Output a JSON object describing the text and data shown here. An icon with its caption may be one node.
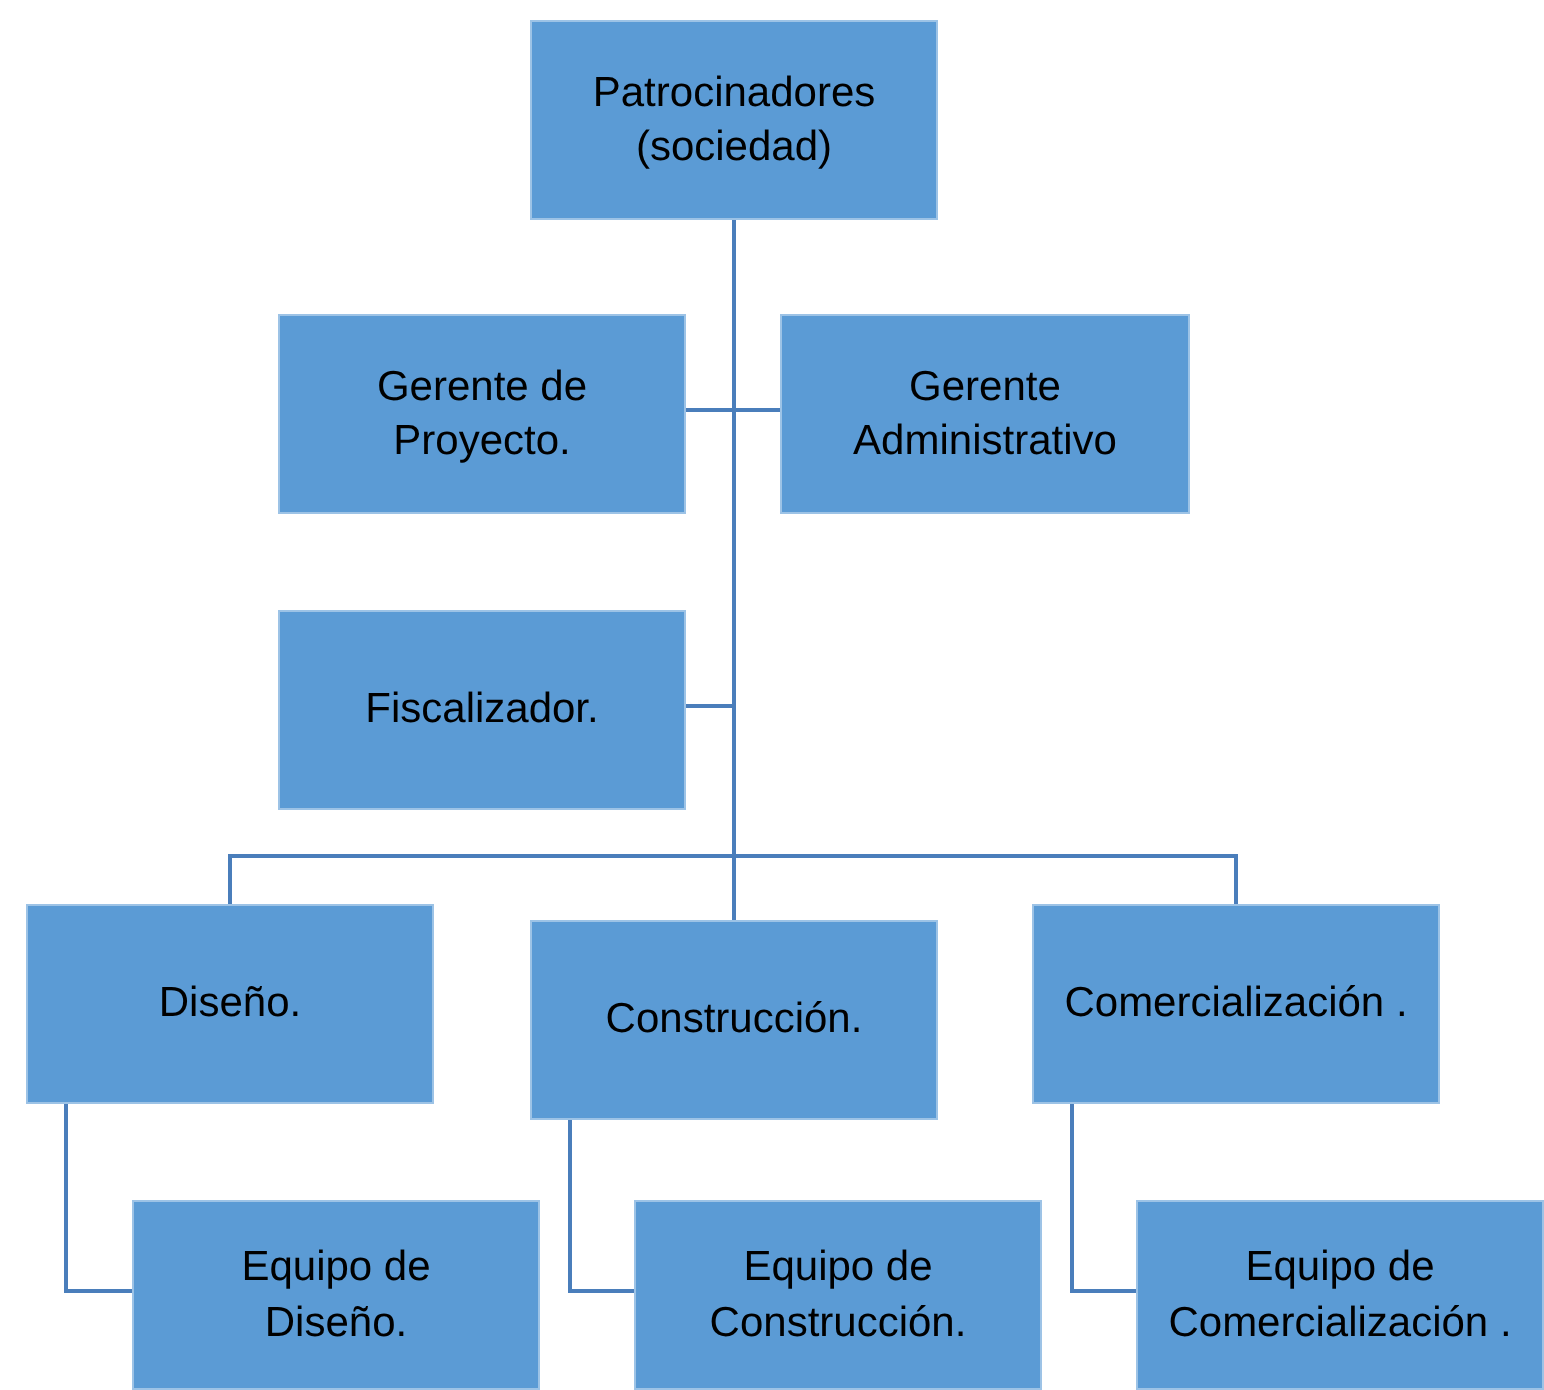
{
  "diagram": {
    "nodes": [
      {
        "text": [
          "Patrocinadores (sociedad)"
        ]
      },
      {
        "text": [
          "Gerente de Proyecto."
        ]
      },
      {
        "text": [
          "Gerente Administrativo"
        ]
      },
      {
        "text": [
          "Fiscalizador."
        ]
      },
      {
        "text": [
          "Diseño."
        ]
      },
      {
        "text": [
          "Construcción."
        ]
      },
      {
        "text": [
          "Comercialización ."
        ]
      },
      {
        "text": [
          "Equipo de Diseño."
        ]
      },
      {
        "text": [
          "Equipo de Construcción."
        ]
      },
      {
        "text": [
          "Equipo de Comercialización ."
        ]
      }
    ],
    "edges": [
      {
        "from": 0,
        "to": 1,
        "arrow": "none"
      },
      {
        "from": 0,
        "to": 2,
        "arrow": "none"
      },
      {
        "from": 0,
        "to": 3,
        "arrow": "none"
      },
      {
        "from": 0,
        "to": 4,
        "arrow": "none"
      },
      {
        "from": 0,
        "to": 5,
        "arrow": "none"
      },
      {
        "from": 0,
        "to": 6,
        "arrow": "none"
      },
      {
        "from": 4,
        "to": 7,
        "arrow": "none"
      },
      {
        "from": 5,
        "to": 8,
        "arrow": "none"
      },
      {
        "from": 6,
        "to": 9,
        "arrow": "none"
      }
    ]
  }
}
